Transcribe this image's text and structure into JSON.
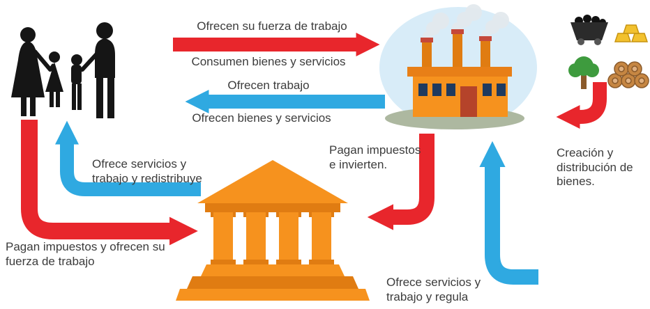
{
  "colors": {
    "red": "#e8262c",
    "blue": "#2fa9e1",
    "orange": "#f6921e",
    "orange_dark": "#e07c12",
    "silhouette": "#151515",
    "text": "#3c3c3c",
    "sky": "#d8ecf8"
  },
  "labels": {
    "households_to_firms_top": "Ofrecen su fuerza de trabajo",
    "households_to_firms_bottom": "Consumen bienes y servicios",
    "firms_to_households_top": "Ofrecen trabajo",
    "firms_to_households_bottom": "Ofrecen bienes y servicios",
    "gov_to_households": "Ofrece servicios y trabajo y redistribuye",
    "households_to_gov": "Pagan impuestos y ofrecen su fuerza de trabajo",
    "firms_to_gov": "Pagan impuestos e invierten.",
    "gov_to_firms": "Ofrece servicios y trabajo y regula",
    "resources_caption": "Creación y distribución de bienes."
  },
  "icons": {
    "family": "family-silhouette-icon",
    "factory": "factory-icon",
    "government": "government-building-icon",
    "resources": [
      "coal-cart-icon",
      "gold-bars-icon",
      "tree-icon",
      "logs-icon"
    ]
  }
}
